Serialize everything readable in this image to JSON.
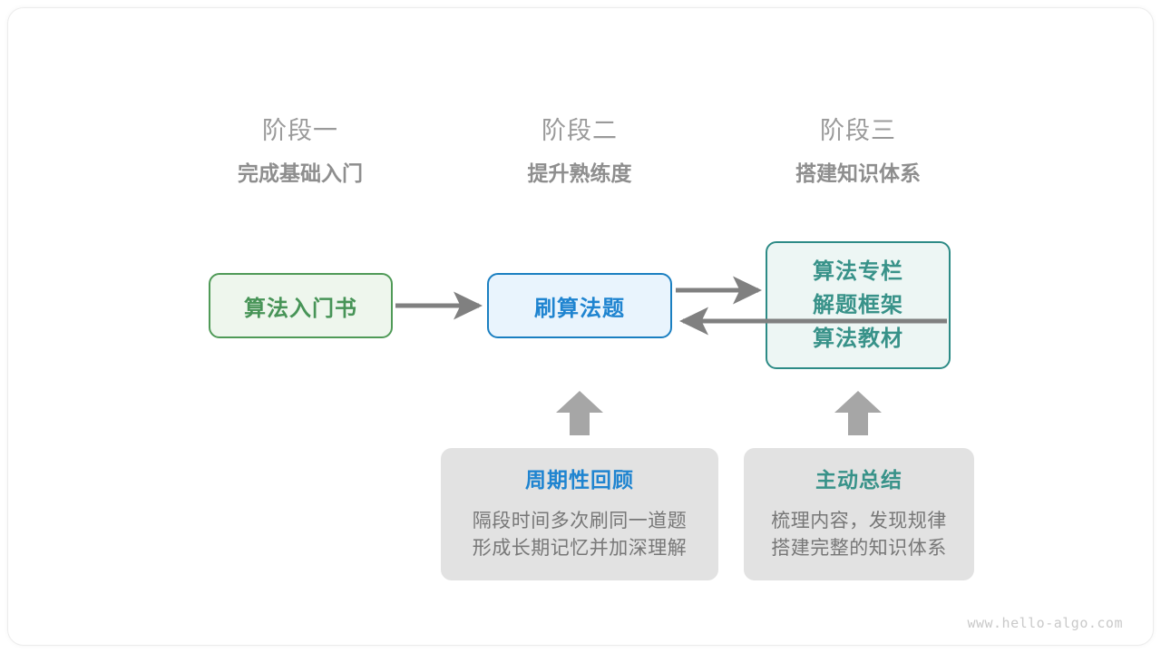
{
  "diagram": {
    "stages": [
      {
        "label": "阶段一",
        "subtitle": "完成基础入门"
      },
      {
        "label": "阶段二",
        "subtitle": "提升熟练度"
      },
      {
        "label": "阶段三",
        "subtitle": "搭建知识体系"
      }
    ],
    "nodes": {
      "intro_book": {
        "text": "算法入门书",
        "border_color": "#4f9a57",
        "fill_color": "#eef6ed",
        "text_color": "#479457"
      },
      "practice": {
        "text": "刷算法题",
        "border_color": "#1a7fc1",
        "fill_color": "#e9f4fd",
        "text_color": "#1f84d0"
      },
      "resources": {
        "lines": [
          "算法专栏",
          "解题框架",
          "算法教材"
        ],
        "border_color": "#2d8b86",
        "fill_color": "#edf6f4",
        "text_color": "#389289"
      }
    },
    "notes": [
      {
        "title": "周期性回顾",
        "title_color": "#1f84d0",
        "body_lines": [
          "隔段时间多次刷同一道题",
          "形成长期记忆并加深理解"
        ]
      },
      {
        "title": "主动总结",
        "title_color": "#389289",
        "body_lines": [
          "梳理内容，发现规律",
          "搭建完整的知识体系"
        ]
      }
    ],
    "arrow_color": "#808080",
    "watermark": "www.hello-algo.com"
  }
}
